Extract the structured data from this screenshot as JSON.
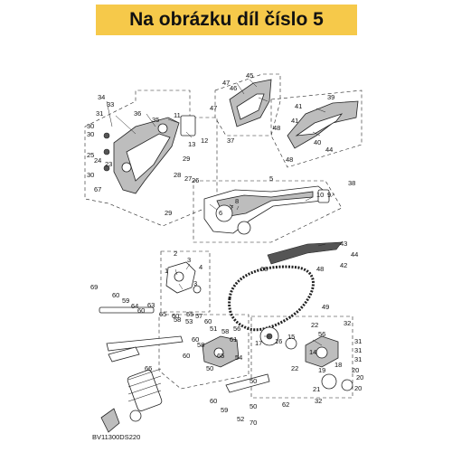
{
  "banner": {
    "text": "Na obrázku díl číslo 5",
    "color": "#f6c94a"
  },
  "diagram_code": "BV11300DS220",
  "callouts": [
    {
      "id": "c34",
      "text": "34"
    },
    {
      "id": "c33",
      "text": "33"
    },
    {
      "id": "c31a",
      "text": "31"
    },
    {
      "id": "c30a",
      "text": "30"
    },
    {
      "id": "c30b",
      "text": "30"
    },
    {
      "id": "c25",
      "text": "25"
    },
    {
      "id": "c24",
      "text": "24"
    },
    {
      "id": "c23",
      "text": "23"
    },
    {
      "id": "c30c",
      "text": "30"
    },
    {
      "id": "c67",
      "text": "67"
    },
    {
      "id": "c36",
      "text": "36"
    },
    {
      "id": "c35",
      "text": "35"
    },
    {
      "id": "c11",
      "text": "11"
    },
    {
      "id": "c12",
      "text": "12"
    },
    {
      "id": "c13",
      "text": "13"
    },
    {
      "id": "c29a",
      "text": "29"
    },
    {
      "id": "c28",
      "text": "28"
    },
    {
      "id": "c27",
      "text": "27"
    },
    {
      "id": "c26",
      "text": "26"
    },
    {
      "id": "c29b",
      "text": "29"
    },
    {
      "id": "c47a",
      "text": "47"
    },
    {
      "id": "c46",
      "text": "46"
    },
    {
      "id": "c45",
      "text": "45"
    },
    {
      "id": "c47b",
      "text": "47"
    },
    {
      "id": "c37",
      "text": "37"
    },
    {
      "id": "c39",
      "text": "39"
    },
    {
      "id": "c41a",
      "text": "41"
    },
    {
      "id": "c41b",
      "text": "41"
    },
    {
      "id": "c48a",
      "text": "48"
    },
    {
      "id": "c40",
      "text": "40"
    },
    {
      "id": "c44a",
      "text": "44"
    },
    {
      "id": "c48b",
      "text": "48"
    },
    {
      "id": "c5",
      "text": "5"
    },
    {
      "id": "c38",
      "text": "38"
    },
    {
      "id": "c8",
      "text": "8"
    },
    {
      "id": "c7",
      "text": "7"
    },
    {
      "id": "c6",
      "text": "6"
    },
    {
      "id": "c10",
      "text": "10"
    },
    {
      "id": "c9",
      "text": "9"
    },
    {
      "id": "c43",
      "text": "43"
    },
    {
      "id": "c42",
      "text": "42"
    },
    {
      "id": "c44b",
      "text": "44"
    },
    {
      "id": "c48c",
      "text": "48"
    },
    {
      "id": "c68",
      "text": "68"
    },
    {
      "id": "c2",
      "text": "2"
    },
    {
      "id": "c3a",
      "text": "3"
    },
    {
      "id": "c1",
      "text": "1"
    },
    {
      "id": "c4",
      "text": "4"
    },
    {
      "id": "c3b",
      "text": "3"
    },
    {
      "id": "c49",
      "text": "49"
    },
    {
      "id": "c69",
      "text": "69"
    },
    {
      "id": "c60a",
      "text": "60"
    },
    {
      "id": "c59a",
      "text": "59"
    },
    {
      "id": "c64",
      "text": "64"
    },
    {
      "id": "c60b",
      "text": "60"
    },
    {
      "id": "c63",
      "text": "63"
    },
    {
      "id": "c65",
      "text": "65"
    },
    {
      "id": "c60c",
      "text": "60"
    },
    {
      "id": "c58a",
      "text": "58"
    },
    {
      "id": "c55",
      "text": "55"
    },
    {
      "id": "c57",
      "text": "57"
    },
    {
      "id": "c53",
      "text": "53"
    },
    {
      "id": "c60d",
      "text": "60"
    },
    {
      "id": "c51",
      "text": "51"
    },
    {
      "id": "c58b",
      "text": "58"
    },
    {
      "id": "c56a",
      "text": "56"
    },
    {
      "id": "c61",
      "text": "61"
    },
    {
      "id": "c60e",
      "text": "60"
    },
    {
      "id": "c58c",
      "text": "58"
    },
    {
      "id": "c60f",
      "text": "60"
    },
    {
      "id": "c65b",
      "text": "65"
    },
    {
      "id": "c54",
      "text": "54"
    },
    {
      "id": "c50a",
      "text": "50"
    },
    {
      "id": "c66",
      "text": "66"
    },
    {
      "id": "c50b",
      "text": "50"
    },
    {
      "id": "c50c",
      "text": "50"
    },
    {
      "id": "c62",
      "text": "62"
    },
    {
      "id": "c60g",
      "text": "60"
    },
    {
      "id": "c59b",
      "text": "59"
    },
    {
      "id": "c52",
      "text": "52"
    },
    {
      "id": "c70",
      "text": "70"
    },
    {
      "id": "c22",
      "text": "22"
    },
    {
      "id": "c32a",
      "text": "32"
    },
    {
      "id": "c17",
      "text": "17"
    },
    {
      "id": "c15",
      "text": "15"
    },
    {
      "id": "c16",
      "text": "16"
    },
    {
      "id": "c18",
      "text": "18"
    },
    {
      "id": "c14",
      "text": "14"
    },
    {
      "id": "c56b",
      "text": "56"
    },
    {
      "id": "c19",
      "text": "19"
    },
    {
      "id": "c31b",
      "text": "31"
    },
    {
      "id": "c31c",
      "text": "31"
    },
    {
      "id": "c31d",
      "text": "31"
    },
    {
      "id": "c22b",
      "text": "22"
    },
    {
      "id": "c21",
      "text": "21"
    },
    {
      "id": "c20a",
      "text": "20"
    },
    {
      "id": "c20b",
      "text": "20"
    },
    {
      "id": "c20c",
      "text": "20"
    },
    {
      "id": "c32b",
      "text": "32"
    }
  ]
}
